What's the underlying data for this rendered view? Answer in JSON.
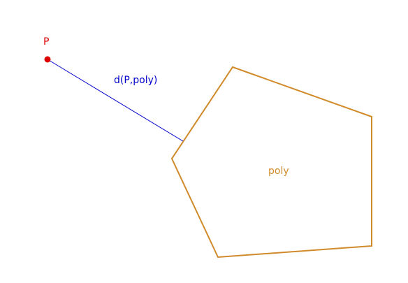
{
  "point": {
    "label": "P",
    "color": "#dd0000"
  },
  "distance": {
    "label": "d(P,poly)",
    "color": "#0000cc"
  },
  "polygon": {
    "label": "poly",
    "color": "#d08a2a"
  }
}
